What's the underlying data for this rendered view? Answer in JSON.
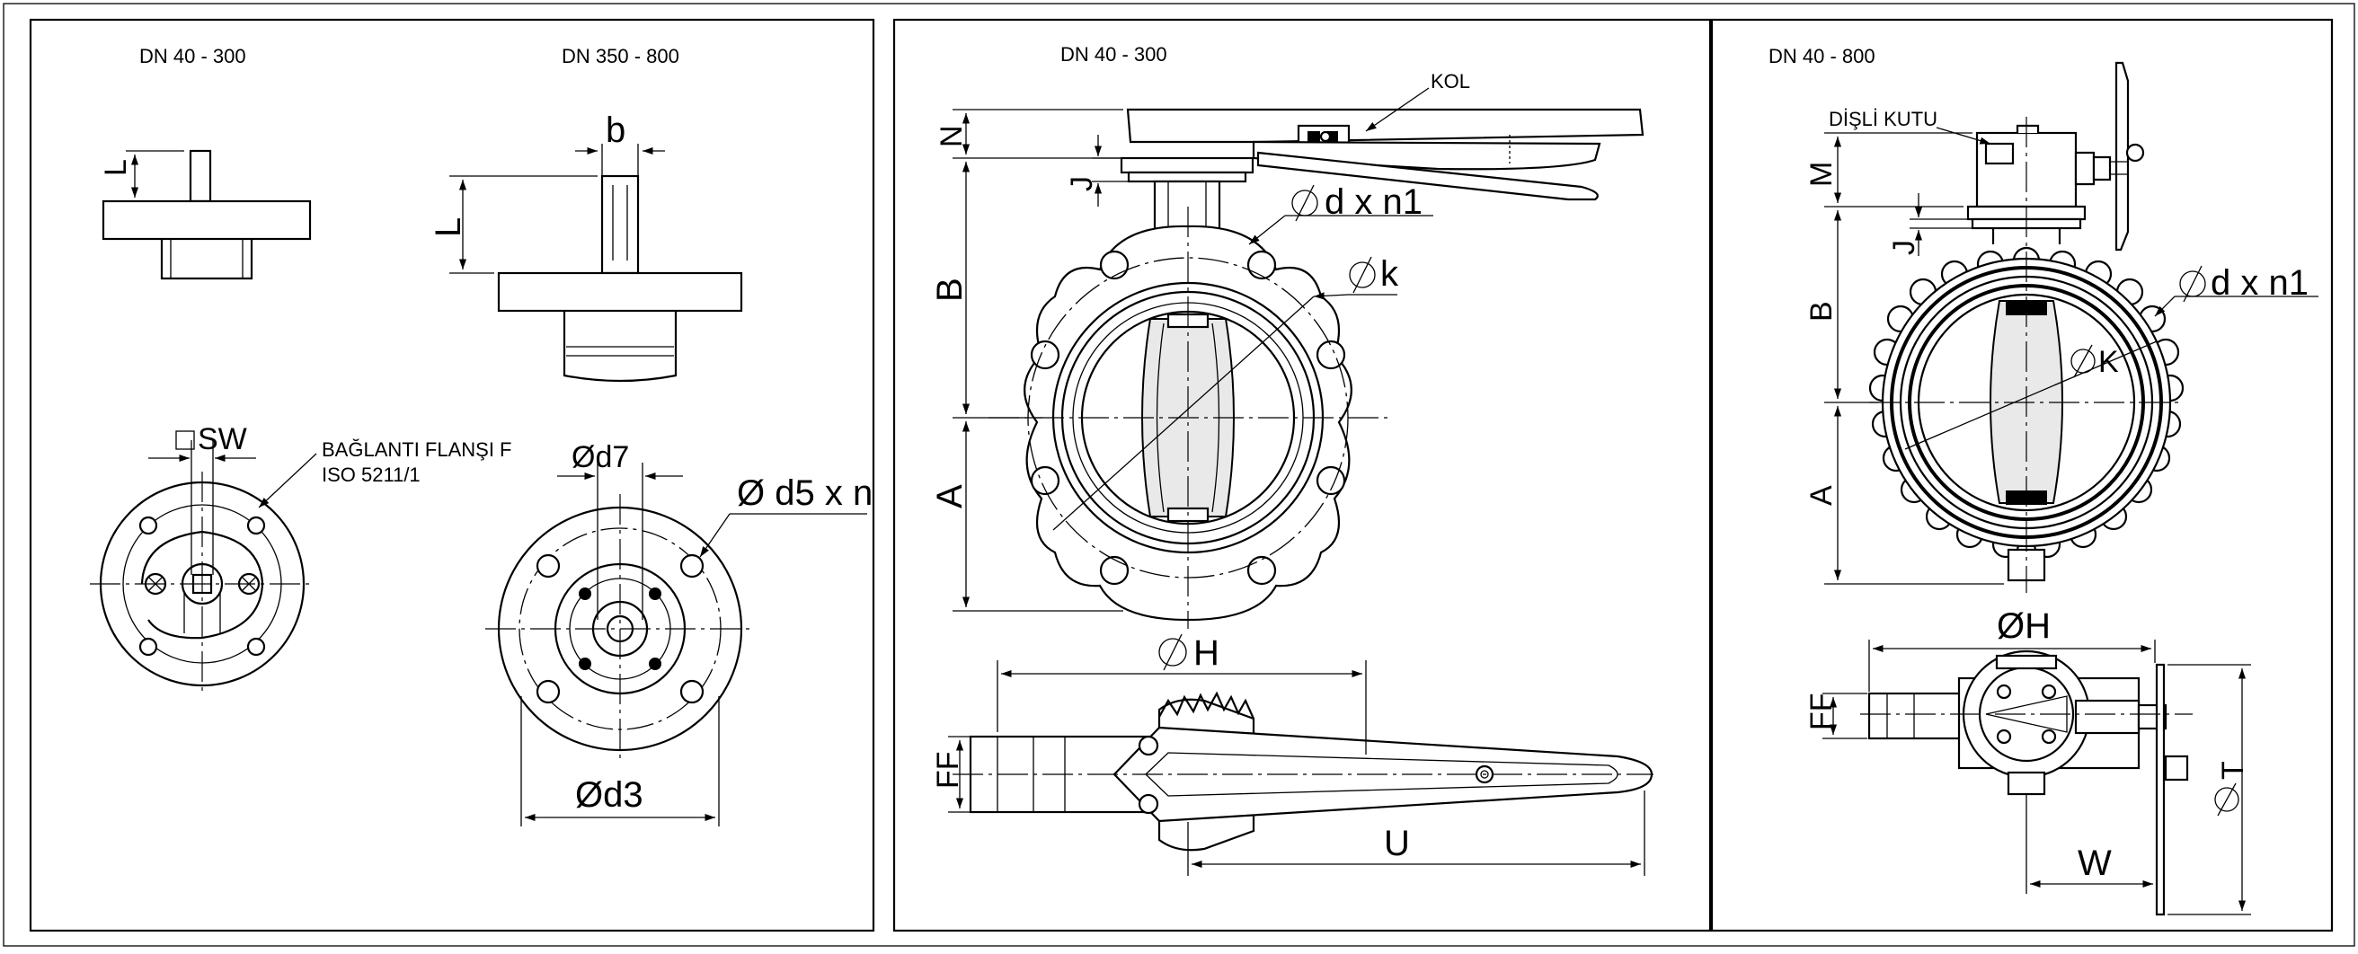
{
  "panels": [
    {
      "id": "actuator-flange",
      "headings": [
        "DN 40 - 300",
        "DN 350 - 800"
      ],
      "labels": {
        "b": "b",
        "L1": "L",
        "L2": "L",
        "sw": "SW",
        "flange_l1": "BAĞLANTI FLANŞI F",
        "flange_l2": "ISO 5211/1",
        "d7": "Ød7",
        "d5": "Ø d5 x n",
        "d3": "Ød3"
      }
    },
    {
      "id": "lever-valve",
      "headings": [
        "DN 40 - 300"
      ],
      "labels": {
        "kol": "KOL",
        "N": "N",
        "J": "J",
        "B": "B",
        "A": "A",
        "dxn1": "d x n1",
        "k": "k",
        "H": "H",
        "FF": "FF",
        "U": "U"
      }
    },
    {
      "id": "gearbox-valve",
      "headings": [
        "DN 40 - 800"
      ],
      "labels": {
        "kutu": "DİŞLİ KUTU",
        "M": "M",
        "J": "J",
        "B": "B",
        "A": "A",
        "dxn1": "d x n1",
        "k": "K",
        "H": "ØH",
        "FF": "FF",
        "T": "T",
        "W": "W"
      }
    }
  ],
  "colors": {
    "line": "#000000",
    "paper": "#ffffff",
    "shade": "#e9e9e9"
  }
}
